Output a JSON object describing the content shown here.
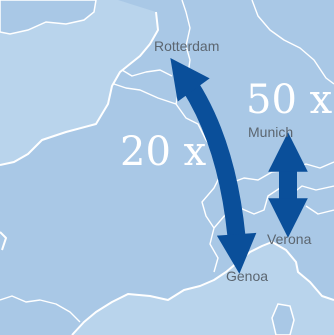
{
  "map": {
    "colors": {
      "sea": "#b9d4ec",
      "land": "#a9c8e6",
      "borders": "#ffffff",
      "arrow": "#0a4f9a",
      "label": "#5c6670",
      "multiplier": "#ffffff"
    },
    "cities": {
      "rotterdam": "Rotterdam",
      "munich": "Munich",
      "verona": "Verona",
      "genoa": "Genoa"
    },
    "multipliers": {
      "long_route": "20 x",
      "short_route": "50 x"
    },
    "routes": [
      {
        "from": "Rotterdam",
        "to": "Genoa",
        "direction": "two-way",
        "label": "20 x"
      },
      {
        "from": "Munich",
        "to": "Verona",
        "direction": "two-way",
        "label": "50 x"
      }
    ]
  }
}
